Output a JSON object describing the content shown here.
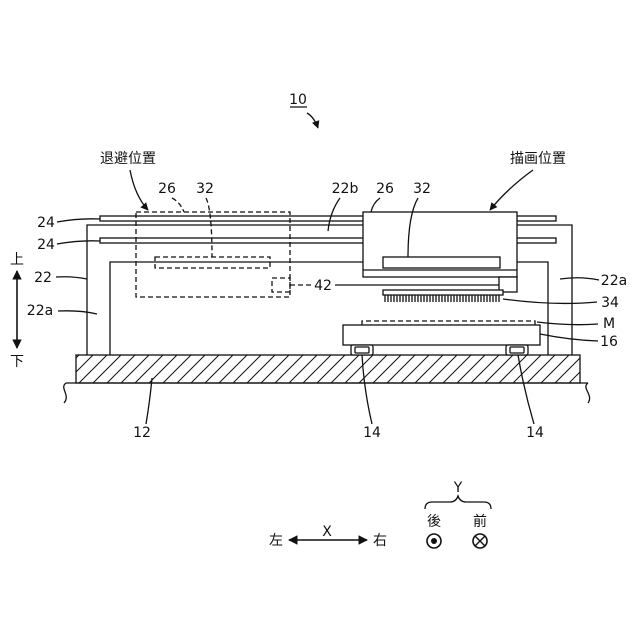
{
  "figure_number": "10",
  "positions": {
    "retracted": "退避位置",
    "drawing": "描画位置"
  },
  "reference_labels": {
    "head_retracted": "26",
    "head_unit_retracted": "32",
    "beam": "22b",
    "head_drawing": "26",
    "head_unit_drawing": "32",
    "rail_upper": "24",
    "rail_lower": "24",
    "frame": "22",
    "frame_leg_left": "22a",
    "frame_leg_right": "22a",
    "sensor": "42",
    "nozzle_array": "34",
    "substrate": "M",
    "stage": "16",
    "base": "12",
    "slider_left": "14",
    "slider_right": "14"
  },
  "vertical_axis": {
    "up": "上",
    "down": "下"
  },
  "x_axis": {
    "label": "X",
    "left": "左",
    "right": "右"
  },
  "y_axis": {
    "label": "Y",
    "back": "後",
    "front": "前"
  }
}
